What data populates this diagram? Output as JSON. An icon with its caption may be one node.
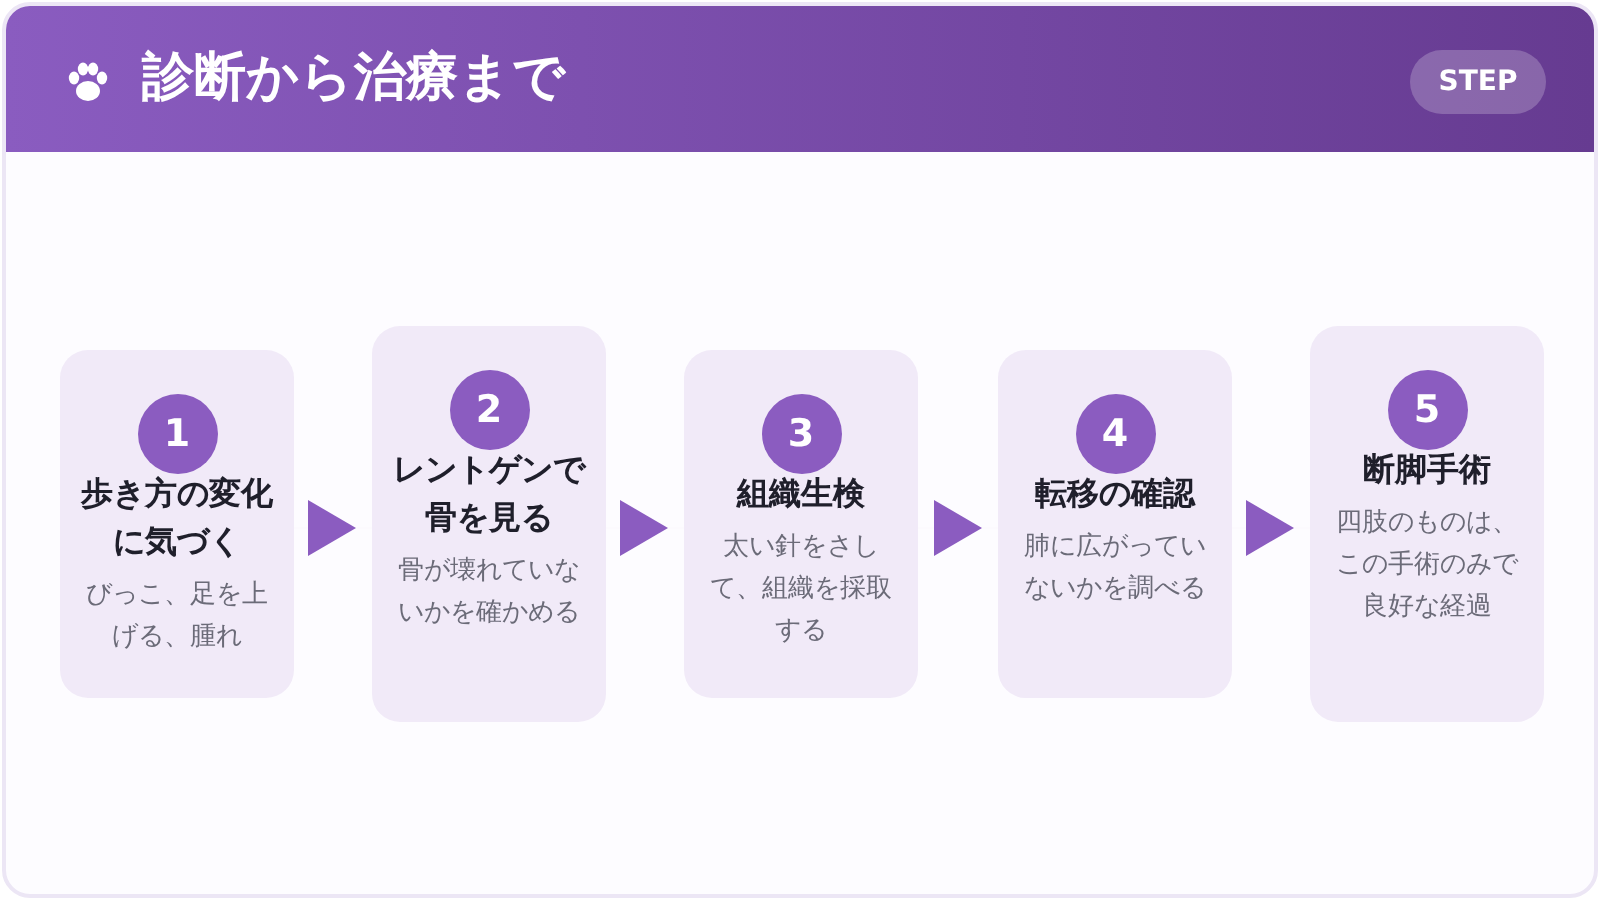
{
  "diagram": {
    "title": "診断から治療まで",
    "nodes": [
      {
        "text": [
          "1",
          "歩き方の変化に気づく",
          "びっこ、足を上げる、腫れ"
        ]
      },
      {
        "text": [
          "2",
          "レントゲンで骨を見る",
          "骨が壊れていないかを確かめる"
        ]
      },
      {
        "text": [
          "3",
          "組織生検",
          "太い針をさして、組織を採取する"
        ]
      },
      {
        "text": [
          "4",
          "転移の確認",
          "肺に広がっていないかを調べる"
        ]
      },
      {
        "text": [
          "5",
          "断脚手術",
          "四肢のものは、この手術のみで良好な経過"
        ]
      }
    ],
    "edges": [
      {
        "from": 0,
        "to": 1,
        "arrow": "to"
      },
      {
        "from": 1,
        "to": 2,
        "arrow": "to"
      },
      {
        "from": 2,
        "to": 3,
        "arrow": "to"
      },
      {
        "from": 3,
        "to": 4,
        "arrow": "to"
      }
    ],
    "labels": [
      "STEP"
    ]
  }
}
